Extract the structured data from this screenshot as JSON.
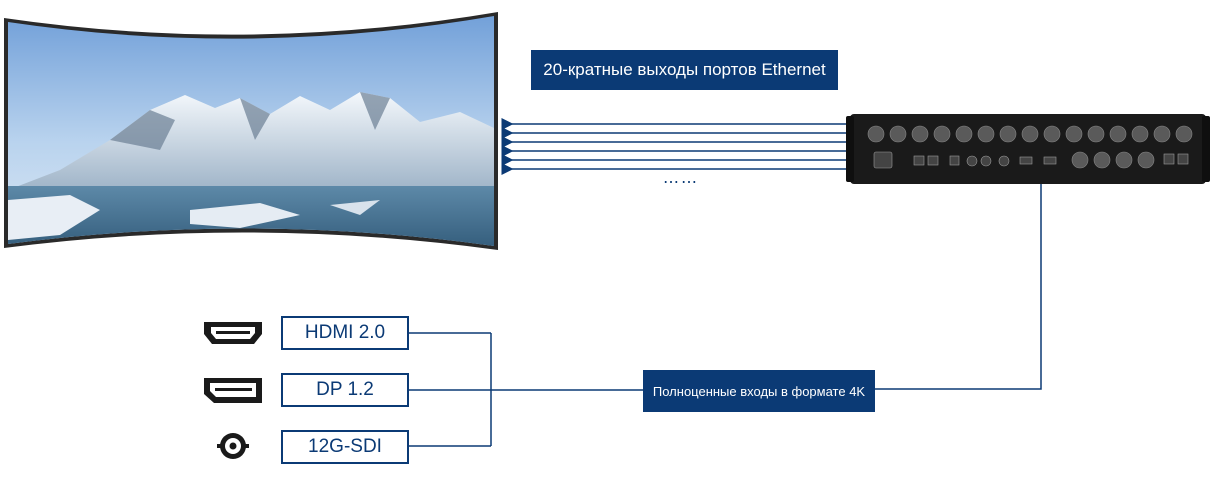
{
  "ethernet_label": "20-кратные выходы портов Ethernet",
  "input_label": "Полноценные входы в формате 4K",
  "ports": [
    {
      "label": "HDMI 2.0",
      "icon": "hdmi-connector-icon"
    },
    {
      "label": "DP 1.2",
      "icon": "displayport-connector-icon"
    },
    {
      "label": "12G-SDI",
      "icon": "bnc-sdi-connector-icon"
    }
  ],
  "ellipsis": "……",
  "colors": {
    "line": "#0b3a75",
    "label_bg": "#0b3a75",
    "device": "#1a1a1a"
  }
}
